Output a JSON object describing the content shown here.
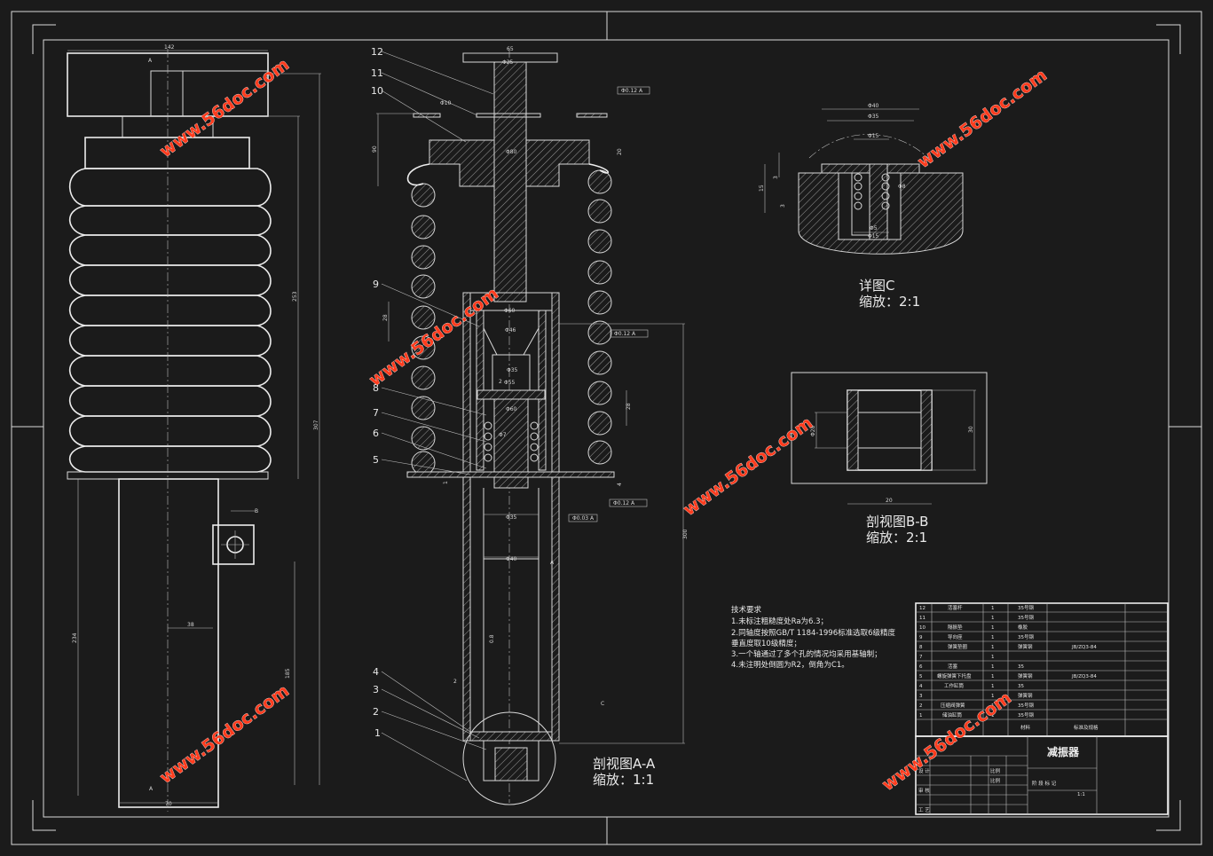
{
  "watermark": "www.56doc.com",
  "view_labels": {
    "section_aa": "剖视图A-A",
    "section_aa_scale": "缩放：1:1",
    "detail_c": "详图C",
    "detail_c_scale": "缩放：2:1",
    "section_bb": "剖视图B-B",
    "section_bb_scale": "缩放：2:1"
  },
  "leaders": [
    "12",
    "11",
    "10",
    "9",
    "8",
    "7",
    "6",
    "5",
    "4",
    "3",
    "2",
    "1"
  ],
  "dimensions": {
    "front": [
      "142",
      "A",
      "253",
      "307",
      "234",
      "185",
      "38",
      "70",
      "A",
      "B"
    ],
    "section": [
      "65",
      "Φ25",
      "Φ10",
      "Φ0.12 A",
      "90",
      "Φ80",
      "20",
      "Φ60",
      "28",
      "Φ46",
      "Φ35",
      "2",
      "Φ55",
      "Φ60",
      "Φ7",
      "28",
      "Φ35",
      "Φ40",
      "Φ0.12 A",
      "Φ0.12 A",
      "Φ0.03 A",
      "A",
      "300",
      "0.8",
      "2",
      "C",
      "4",
      "1"
    ],
    "detail_c": [
      "Φ40",
      "Φ35",
      "Φ15",
      "15",
      "3",
      "3",
      "Φ8",
      "Φ15",
      "Φ5"
    ],
    "section_bb": [
      "Φ28",
      "30",
      "20"
    ]
  },
  "notes": {
    "heading": "技术要求",
    "lines": [
      "1.未标注粗糙度处Ra为6.3；",
      "2.同轴度按照GB/T 1184-1996标准选取6级精度",
      "  垂直度取10级精度；",
      "3.一个轴通过了多个孔的情况均采用基轴制；",
      "4.未注明处倒圆为R2，倒角为C1。"
    ]
  },
  "bom": [
    {
      "no": "12",
      "name": "活塞杆",
      "qty": "1",
      "material": "35号钢",
      "note": ""
    },
    {
      "no": "11",
      "name": "",
      "qty": "1",
      "material": "35号钢",
      "note": ""
    },
    {
      "no": "10",
      "name": "隔振垫",
      "qty": "1",
      "material": "橡胶",
      "note": ""
    },
    {
      "no": "9",
      "name": "导向座",
      "qty": "1",
      "material": "35号钢",
      "note": ""
    },
    {
      "no": "8",
      "name": "弹簧垫圈",
      "qty": "1",
      "material": "弹簧钢",
      "note": "JB/ZQ3-84"
    },
    {
      "no": "7",
      "name": "",
      "qty": "1",
      "material": "",
      "note": ""
    },
    {
      "no": "6",
      "name": "活塞",
      "qty": "1",
      "material": "35",
      "note": ""
    },
    {
      "no": "5",
      "name": "螺旋弹簧下托盘",
      "qty": "1",
      "material": "弹簧钢",
      "note": "JB/ZQ3-84"
    },
    {
      "no": "4",
      "name": "工作缸筒",
      "qty": "1",
      "material": "35",
      "note": ""
    },
    {
      "no": "3",
      "name": "",
      "qty": "1",
      "material": "弹簧钢",
      "note": ""
    },
    {
      "no": "2",
      "name": "压缩阀弹簧",
      "qty": "1",
      "material": "35号钢",
      "note": ""
    },
    {
      "no": "1",
      "name": "储油缸筒",
      "qty": "1",
      "material": "35号钢",
      "note": ""
    }
  ],
  "bom_header": {
    "material": "材料",
    "standard": "标准及规格"
  },
  "title_block": {
    "title": "减振器",
    "scale": "1:1",
    "rows": [
      "设 计",
      "审 核",
      "",
      "工 艺"
    ],
    "mid_labels": [
      "比例",
      "比例"
    ],
    "stage": "阶 段 标 记"
  }
}
